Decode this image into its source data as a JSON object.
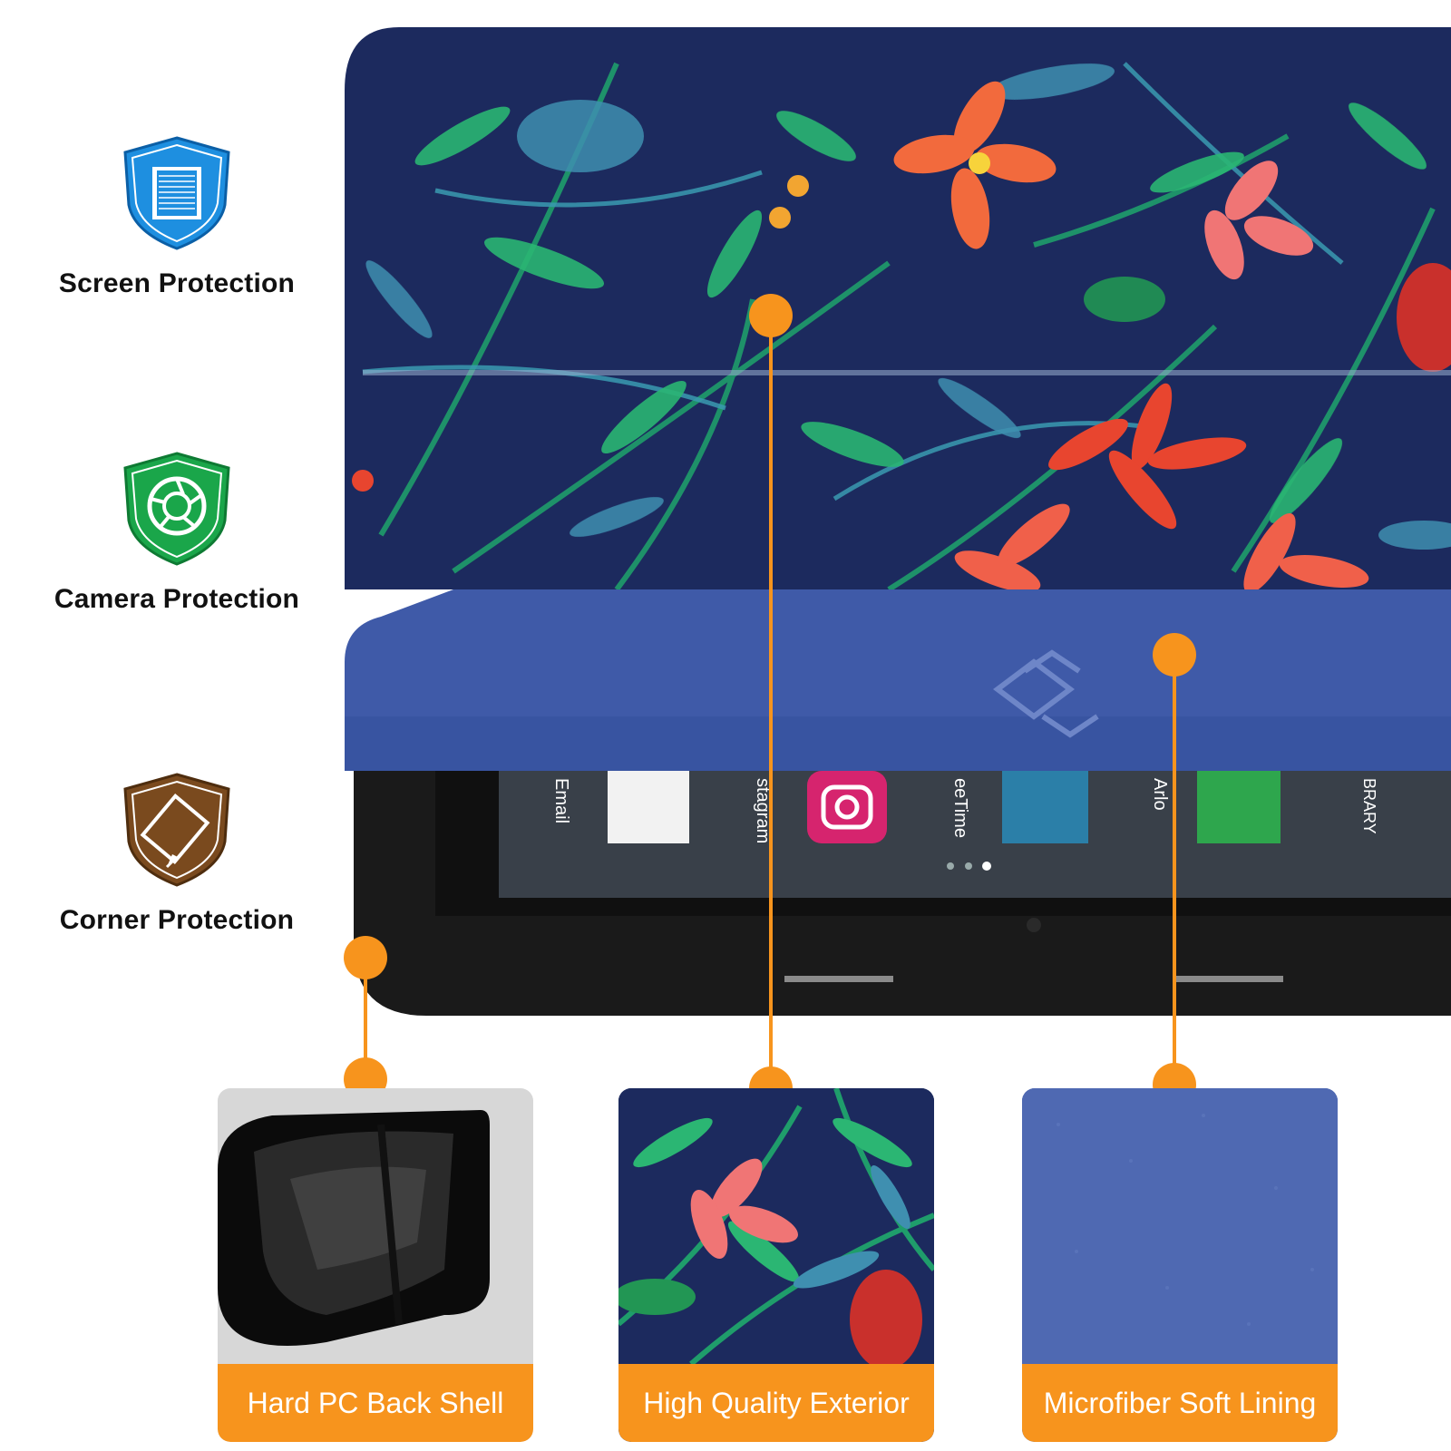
{
  "features": [
    {
      "label": "Screen Protection",
      "icon": "screen-shield-icon",
      "color": "#1e8fe0"
    },
    {
      "label": "Camera Protection",
      "icon": "camera-shield-icon",
      "color": "#1aa64a"
    },
    {
      "label": "Corner Protection",
      "icon": "corner-shield-icon",
      "color": "#7a4a1e"
    }
  ],
  "screen_apps": [
    "Email",
    "stagram",
    "eeTime",
    "Arlo",
    "BRARY"
  ],
  "cards": [
    {
      "label": "Hard PC Back Shell"
    },
    {
      "label": "High Quality Exterior"
    },
    {
      "label": "Microfiber Soft Lining"
    }
  ],
  "colors": {
    "accent": "#f7941d",
    "cover_navy": "#1c2a5e",
    "cover_flap": "#3f5aa8",
    "leaf_green": "#1f9d6b",
    "flower_red": "#e8452f"
  }
}
